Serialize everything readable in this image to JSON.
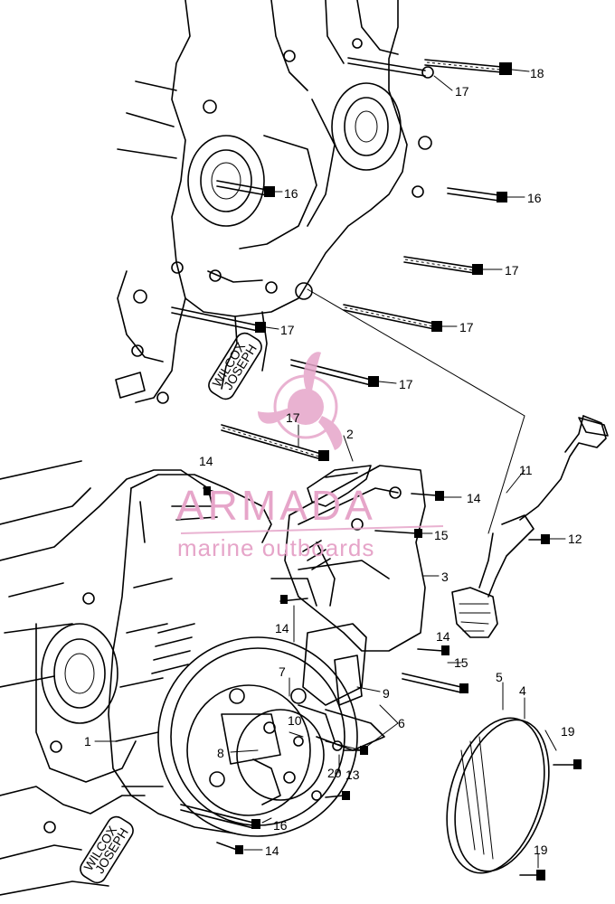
{
  "watermark": {
    "brand": "ARMADA",
    "tagline": "marine outboards",
    "color": "#e6a5c9"
  },
  "callouts": [
    {
      "id": "c18",
      "label": "18"
    },
    {
      "id": "c17a",
      "label": "17"
    },
    {
      "id": "c16a",
      "label": "16"
    },
    {
      "id": "c16b",
      "label": "16"
    },
    {
      "id": "c17b",
      "label": "17"
    },
    {
      "id": "c17c",
      "label": "17"
    },
    {
      "id": "c17d",
      "label": "17"
    },
    {
      "id": "c17e",
      "label": "17"
    },
    {
      "id": "c17f",
      "label": "17"
    },
    {
      "id": "c2",
      "label": "2"
    },
    {
      "id": "c11",
      "label": "11"
    },
    {
      "id": "c14a",
      "label": "14"
    },
    {
      "id": "c14b",
      "label": "14"
    },
    {
      "id": "c15a",
      "label": "15"
    },
    {
      "id": "c12",
      "label": "12"
    },
    {
      "id": "c3",
      "label": "3"
    },
    {
      "id": "c14c",
      "label": "14"
    },
    {
      "id": "c14d",
      "label": "14"
    },
    {
      "id": "c15b",
      "label": "15"
    },
    {
      "id": "c7",
      "label": "7"
    },
    {
      "id": "c9",
      "label": "9"
    },
    {
      "id": "c5",
      "label": "5"
    },
    {
      "id": "c4",
      "label": "4"
    },
    {
      "id": "c10",
      "label": "10"
    },
    {
      "id": "c6",
      "label": "6"
    },
    {
      "id": "c1",
      "label": "1"
    },
    {
      "id": "c8",
      "label": "8"
    },
    {
      "id": "c19a",
      "label": "19"
    },
    {
      "id": "c20",
      "label": "20"
    },
    {
      "id": "c13",
      "label": "13"
    },
    {
      "id": "c16c",
      "label": "16"
    },
    {
      "id": "c14e",
      "label": "14"
    },
    {
      "id": "c19b",
      "label": "19"
    }
  ],
  "casting_marks": {
    "upper": [
      "WILCOX",
      "JOSEPH"
    ],
    "lower": [
      "WILCOX",
      "JOSEPH"
    ]
  }
}
